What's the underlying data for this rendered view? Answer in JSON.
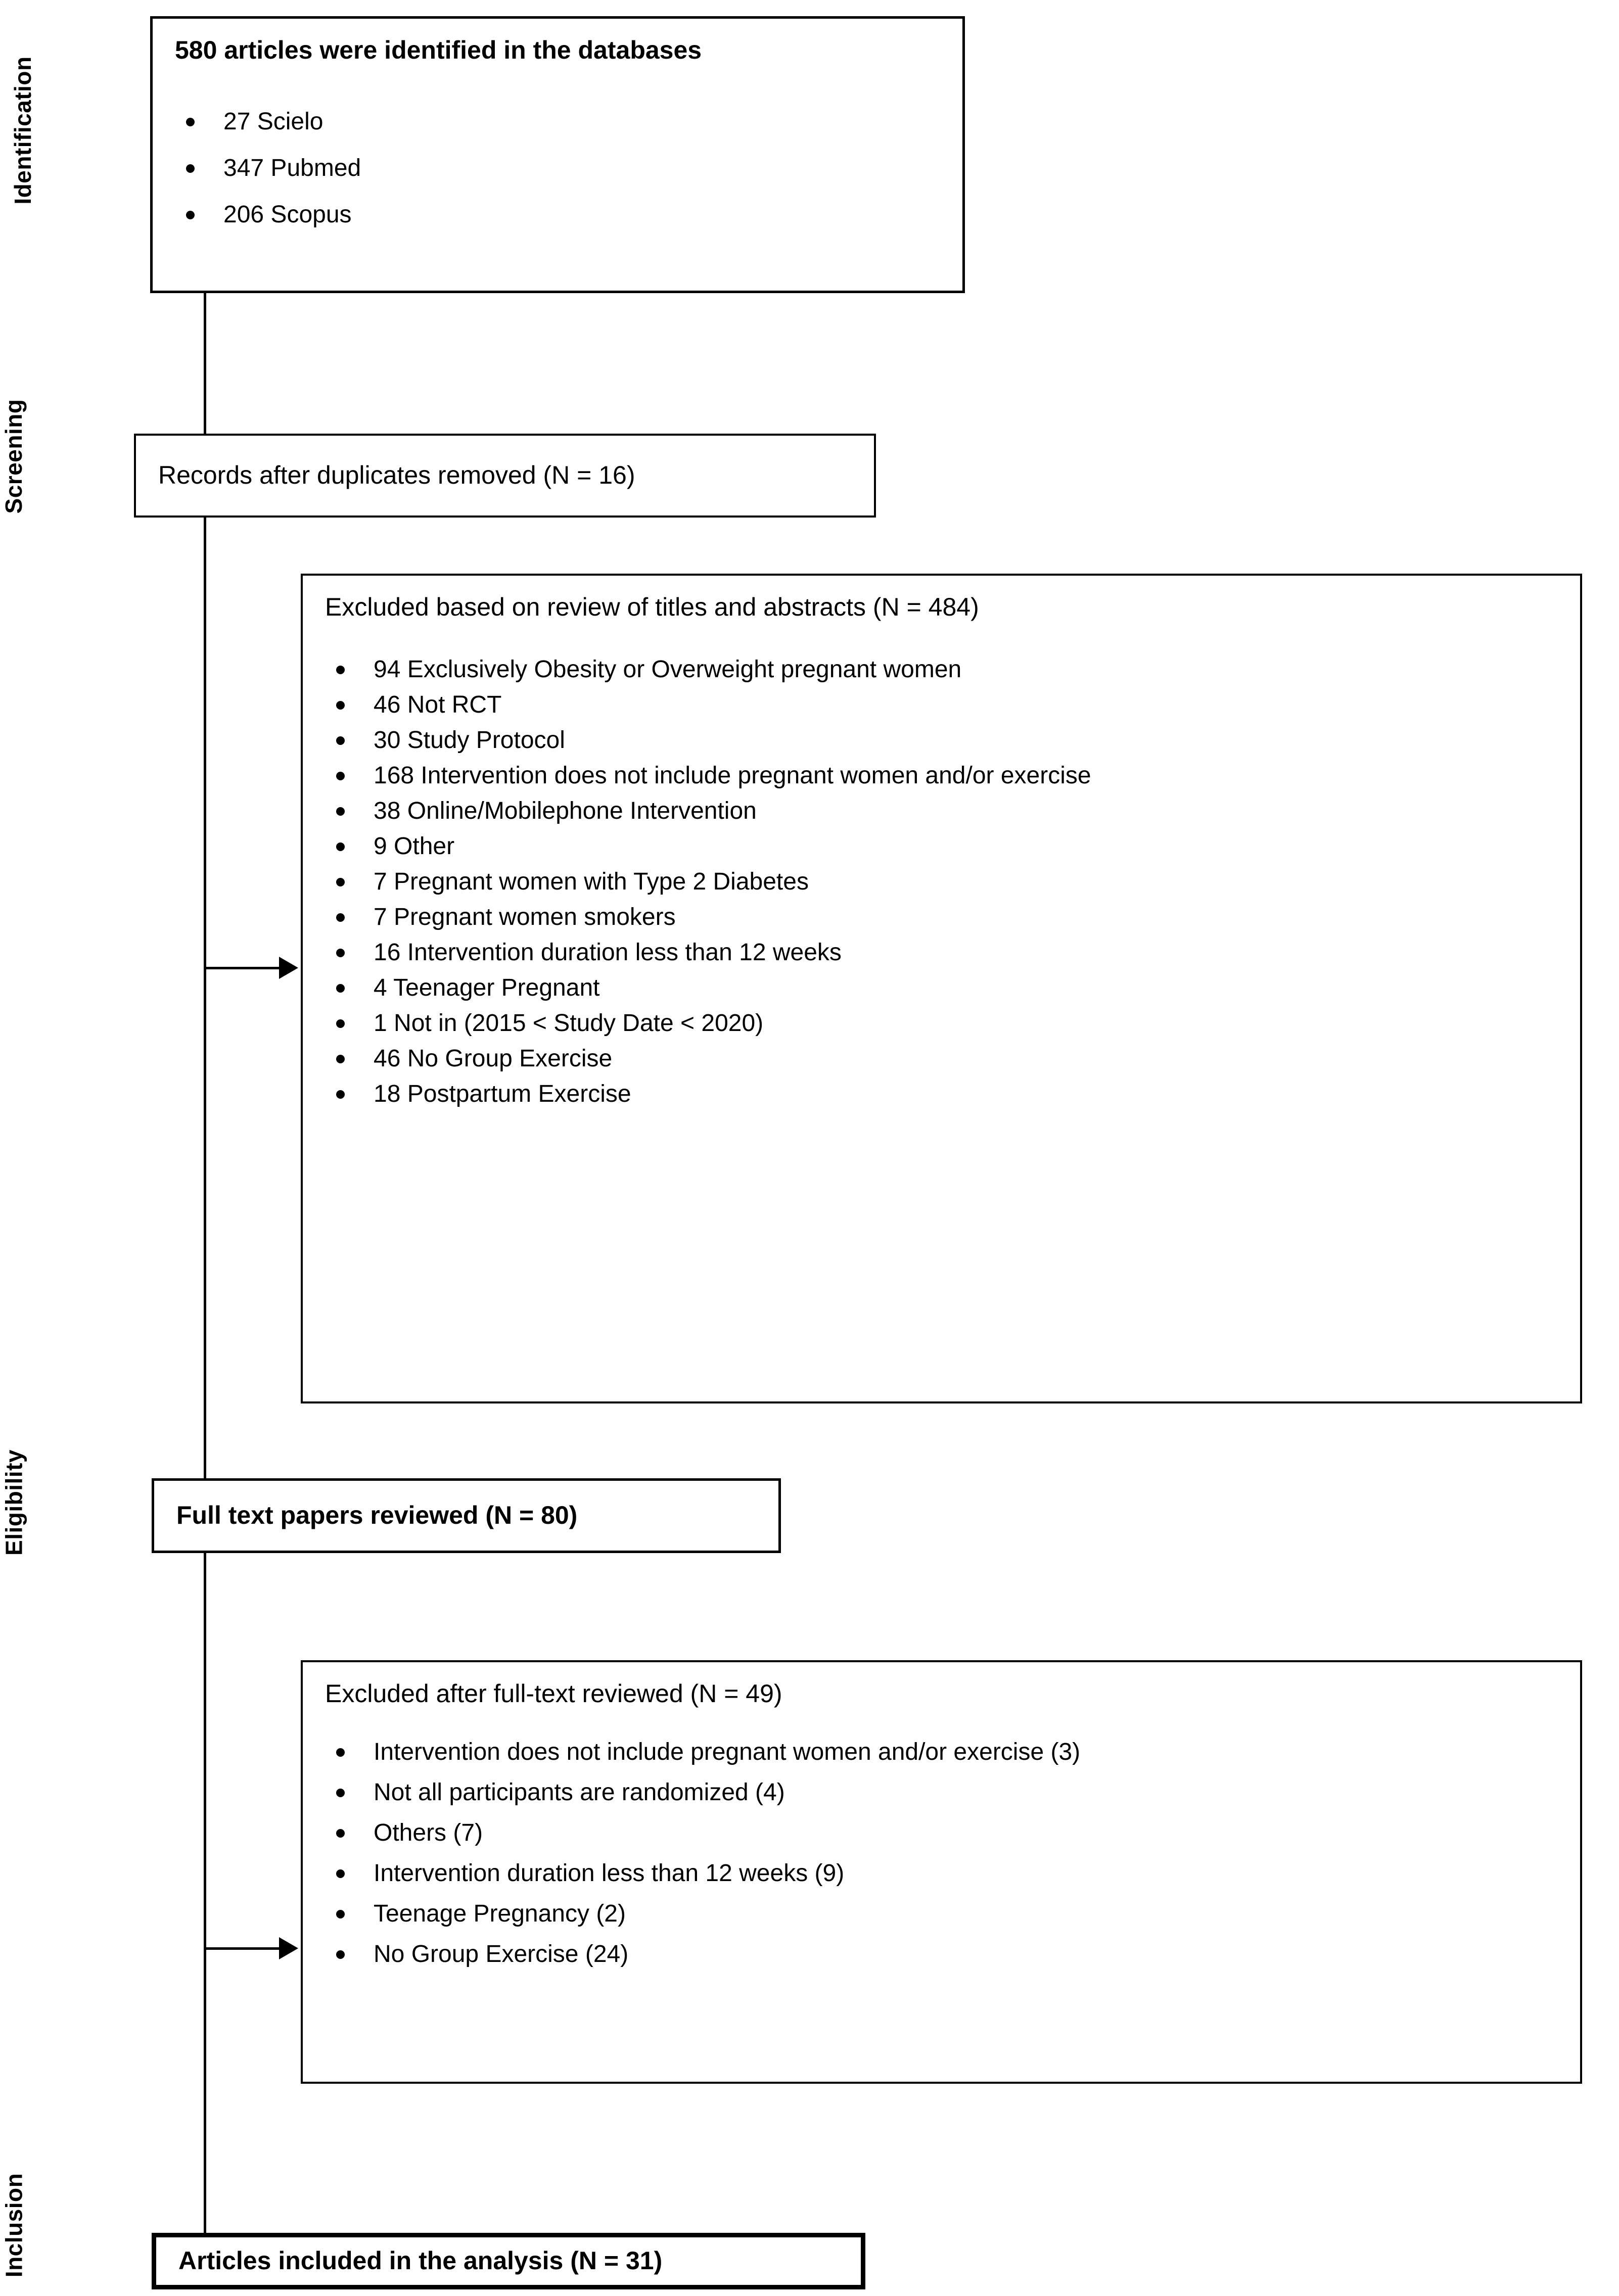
{
  "diagram": {
    "type": "prisma-flow-diagram",
    "stages": [
      {
        "key": "identification",
        "label": "Identification"
      },
      {
        "key": "screening",
        "label": "Screening"
      },
      {
        "key": "eligibility",
        "label": "Eligibility"
      },
      {
        "key": "inclusion",
        "label": "Inclusion"
      }
    ],
    "identification_box": {
      "title": "580 articles were identified in the databases",
      "bullets": [
        "27 Scielo",
        "347 Pubmed",
        "206 Scopus"
      ]
    },
    "records_box": {
      "title": "Records after duplicates removed (N = 16)"
    },
    "excluded_titles_abstracts_box": {
      "title": "Excluded based on review of titles and abstracts (N = 484)",
      "bullets": [
        "94 Exclusively Obesity or Overweight pregnant women",
        "46 Not RCT",
        "30 Study Protocol",
        "168 Intervention does not include pregnant women and/or exercise",
        "38 Online/Mobilephone Intervention",
        "9 Other",
        "7 Pregnant women with Type 2 Diabetes",
        "7 Pregnant women smokers",
        "16 Intervention duration less than 12 weeks",
        "4 Teenager Pregnant",
        "1 Not in (2015 < Study Date < 2020)",
        "46 No Group Exercise",
        "18 Postpartum Exercise"
      ]
    },
    "fulltext_box": {
      "title": "Full text papers reviewed (N = 80)"
    },
    "excluded_fulltext_box": {
      "title": "Excluded after full-text reviewed (N = 49)",
      "bullets": [
        "Intervention does not include pregnant women and/or exercise (3)",
        "Not all participants are randomized (4)",
        "Others (7)",
        "Intervention duration less than 12 weeks (9)",
        "Teenage Pregnancy (2)",
        "No Group Exercise (24)"
      ]
    },
    "included_box": {
      "title": "Articles included in the analysis (N = 31)"
    },
    "colors": {
      "line": "#000000",
      "box_border": "#000000",
      "background": "#ffffff",
      "text": "#000000"
    }
  }
}
